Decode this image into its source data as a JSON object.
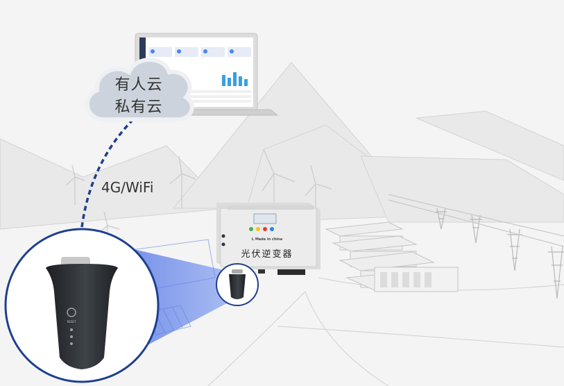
{
  "cloud": {
    "line1": "有人云",
    "line2": "私有云"
  },
  "network": {
    "label": "4G/WiFi"
  },
  "inverter": {
    "name": "光伏逆变器",
    "made_in": "L Made in china"
  },
  "dongle": {
    "button_label": "RESET"
  },
  "colors": {
    "link_dash": "#1e3f8f",
    "beam": "#4a6fe0",
    "dongle_body": "#2c3034",
    "background": "#f4f4f4"
  },
  "icons": [
    "laptop-icon",
    "cloud-icon",
    "wind-turbine-icon",
    "power-tower-icon",
    "battery-rack-icon",
    "solar-panel-icon",
    "dongle-icon"
  ]
}
